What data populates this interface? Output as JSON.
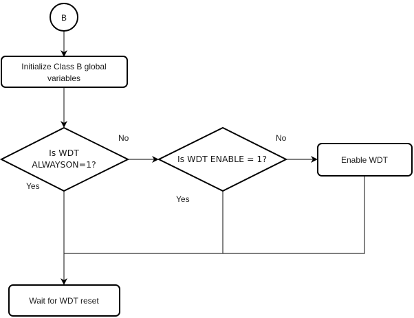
{
  "diagram": {
    "start": {
      "label": "B"
    },
    "init": {
      "label_line1": "Initialize Class B global",
      "label_line2": "variables"
    },
    "decision1": {
      "label_line1": "Is WDT",
      "label_line2": "ALWAYSON=1?"
    },
    "decision2": {
      "label": "Is WDT ENABLE = 1?"
    },
    "enable": {
      "label": "Enable WDT"
    },
    "wait": {
      "label": "Wait for WDT reset"
    },
    "edges": {
      "d1_no": "No",
      "d1_yes": "Yes",
      "d2_no": "No",
      "d2_yes": "Yes"
    },
    "colors": {
      "stroke": "#000000",
      "edge": "#333333",
      "text": "#1a1a1a",
      "background": "#ffffff"
    }
  }
}
